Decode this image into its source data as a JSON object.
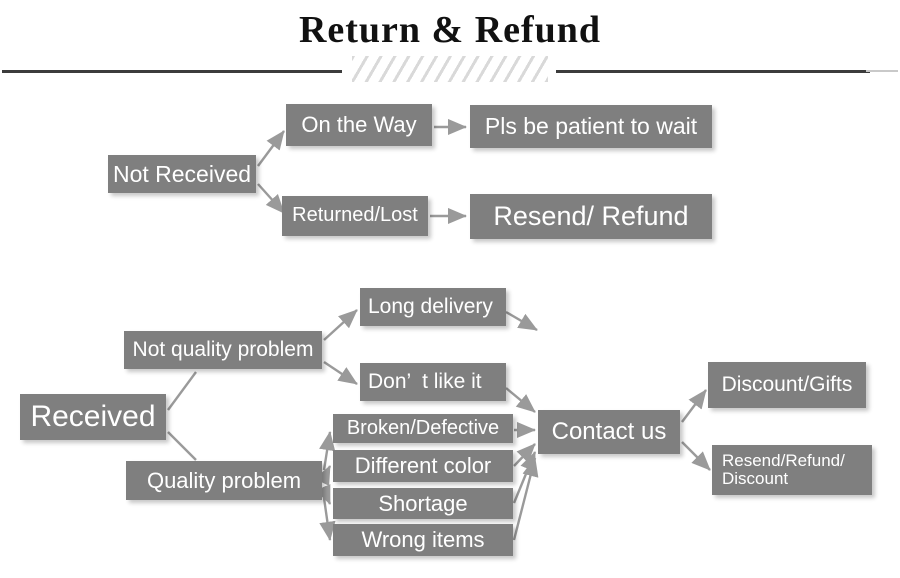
{
  "header": {
    "title": "Return & Refund",
    "divider_icon": "diagonal-hatch-divider"
  },
  "colors": {
    "node_fill": "#7f7f7f",
    "node_text": "#ffffff",
    "connector": "#9a9a9a",
    "rule": "#3c3c3c",
    "hatch": "#d9d9d9",
    "background": "#ffffff"
  },
  "flow_not_received": {
    "root": "Not Received",
    "branches": [
      {
        "condition": "On the Way",
        "outcome": "Pls be patient to wait"
      },
      {
        "condition": "Returned/Lost",
        "outcome": "Resend/ Refund"
      }
    ]
  },
  "flow_received": {
    "root": "Received",
    "categories": [
      {
        "label": "Not quality problem",
        "reasons": [
          "Long delivery",
          "Don’  t like it"
        ]
      },
      {
        "label": "Quality problem",
        "reasons": [
          "Broken/Defective",
          "Different color",
          "Shortage",
          "Wrong items"
        ]
      }
    ],
    "action": "Contact us",
    "resolutions": [
      "Discount/Gifts",
      "Resend/Refund/\nDiscount"
    ]
  }
}
